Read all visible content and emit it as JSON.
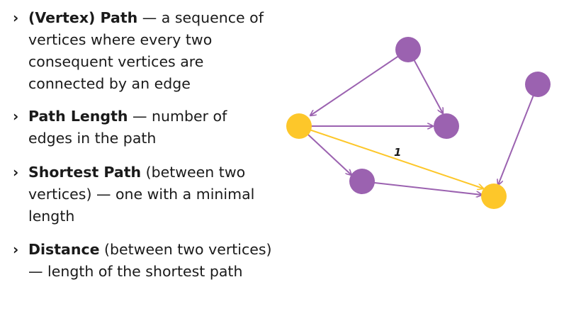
{
  "definitions": [
    {
      "term": "(Vertex) Path",
      "description": " — a sequence of vertices where every two consequent vertices are connected by an edge"
    },
    {
      "term": "Path Length",
      "description": " — number of edges in the path"
    },
    {
      "term": "Shortest Path",
      "description": " (between two vertices) — one with a minimal length"
    },
    {
      "term": "Distance",
      "description": " (between two vertices) — length of the shortest path"
    }
  ],
  "bullet_glyph": "›",
  "graph": {
    "colors": {
      "vertex_default": "#9b62b0",
      "vertex_highlight": "#fdc72a",
      "edge_default": "#9b62b0",
      "edge_highlight": "#fdc72a"
    },
    "highlighted_edge_label": "1"
  }
}
